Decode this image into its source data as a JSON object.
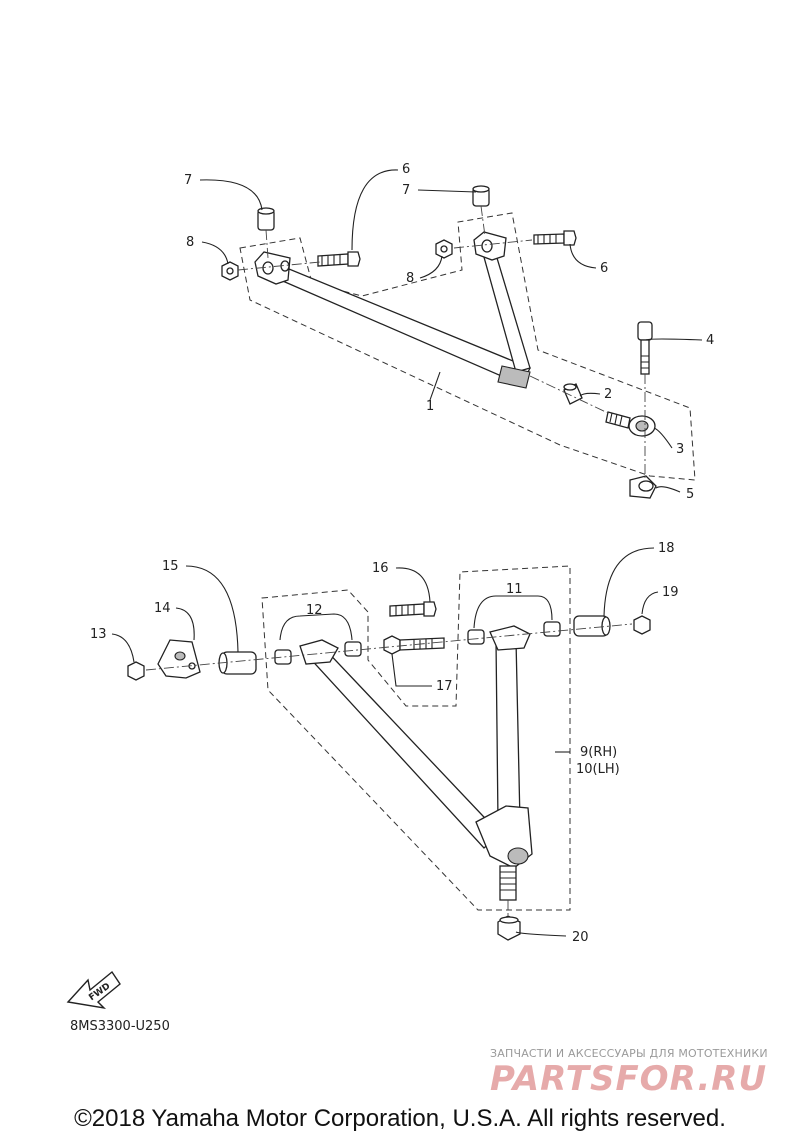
{
  "callouts": {
    "c1": "1",
    "c2": "2",
    "c3": "3",
    "c4": "4",
    "c5": "5",
    "c6a": "6",
    "c6b": "6",
    "c7a": "7",
    "c7b": "7",
    "c8a": "8",
    "c8b": "8",
    "c9": "9(RH)",
    "c10": "10(LH)",
    "c11": "11",
    "c12": "12",
    "c13": "13",
    "c14": "14",
    "c15": "15",
    "c16": "16",
    "c17": "17",
    "c18": "18",
    "c19": "19",
    "c20": "20"
  },
  "fwd_label": "FWD",
  "diagram_code": "8MS3300-U250",
  "watermark": {
    "subtitle": "ЗАПЧАСТИ И АКСЕССУАРЫ ДЛЯ МОТОТЕХНИКИ",
    "brand": "PARTSFOR.RU"
  },
  "copyright": "©2018 Yamaha Motor Corporation, U.S.A. All rights reserved."
}
